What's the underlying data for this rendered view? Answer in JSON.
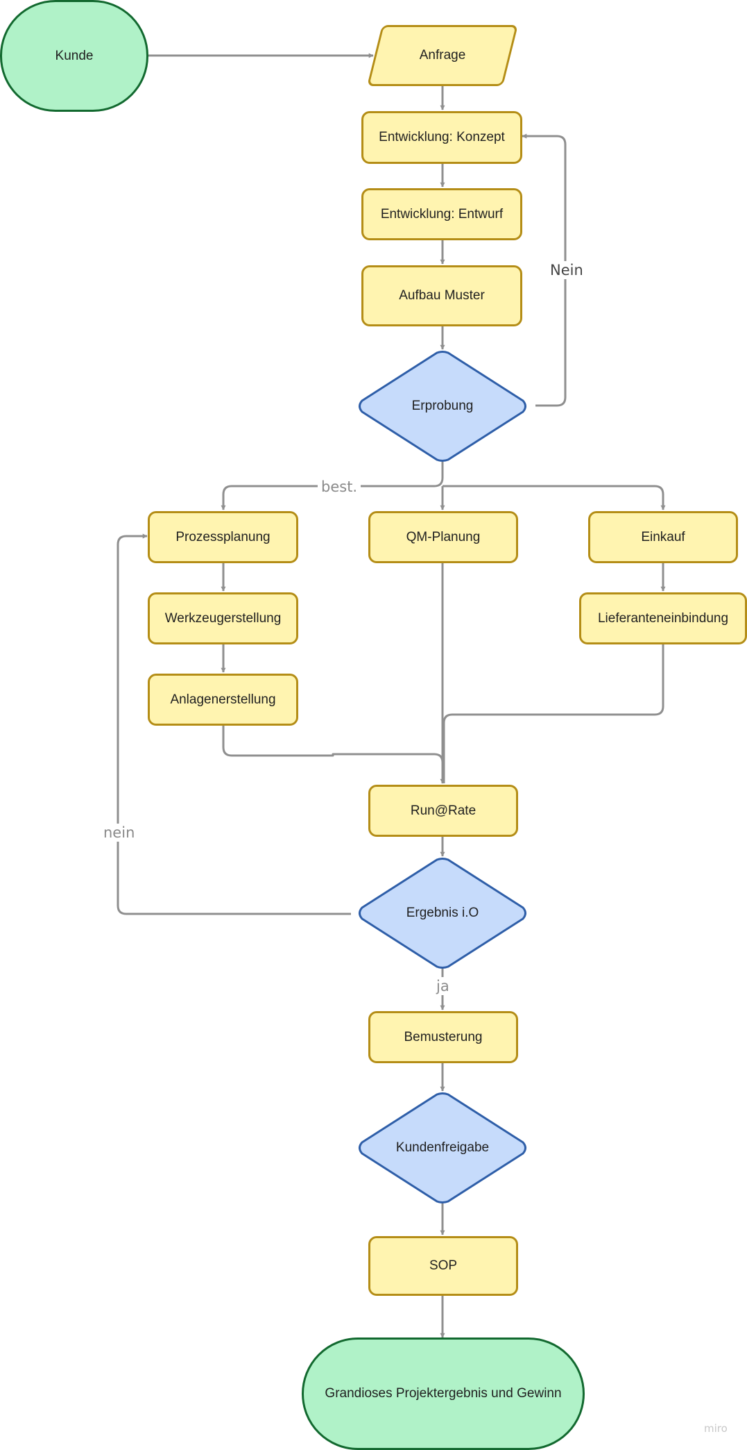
{
  "nodes": {
    "kunde": "Kunde",
    "anfrage": "Anfrage",
    "konzept": "Entwicklung: Konzept",
    "entwurf": "Entwicklung: Entwurf",
    "muster": "Aufbau Muster",
    "erprobung": "Erprobung",
    "prozessplanung": "Prozessplanung",
    "qm": "QM-Planung",
    "einkauf": "Einkauf",
    "werkzeug": "Werkzeugerstellung",
    "lieferanten": "Lieferanteneinbindung",
    "anlagen": "Anlagenerstellung",
    "runrate": "Run@Rate",
    "ergebnis": "Ergebnis i.O",
    "bemusterung": "Bemusterung",
    "kundenfreigabe": "Kundenfreigabe",
    "sop": "SOP",
    "ende": "Grandioses Projektergebnis und Gewinn"
  },
  "edge_labels": {
    "nein_upper": "Nein",
    "best": "best.",
    "nein_lower": "nein",
    "ja": "ja"
  },
  "watermark": "miro",
  "colors": {
    "process_fill": "#fff4b0",
    "process_border": "#b48d16",
    "decision_fill": "#c6dbfb",
    "decision_border": "#2e5ea8",
    "terminal_fill": "#b0f2c8",
    "terminal_border": "#12692f",
    "connector": "#8f8f8f"
  }
}
